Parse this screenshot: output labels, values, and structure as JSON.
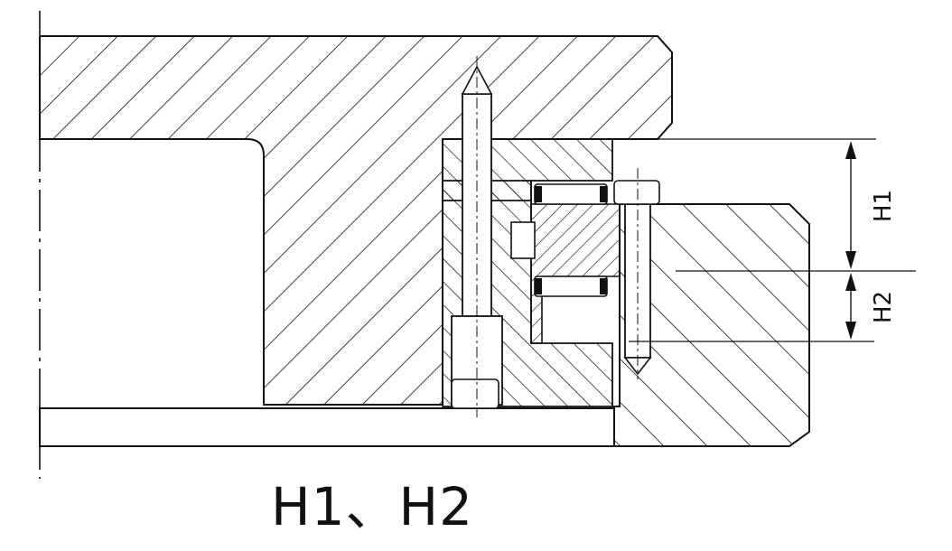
{
  "diagram": {
    "dimension_labels": {
      "h1": "H1",
      "h2": "H2"
    },
    "caption": "H1、H2"
  },
  "colors": {
    "line": "#111111",
    "background": "#ffffff"
  }
}
